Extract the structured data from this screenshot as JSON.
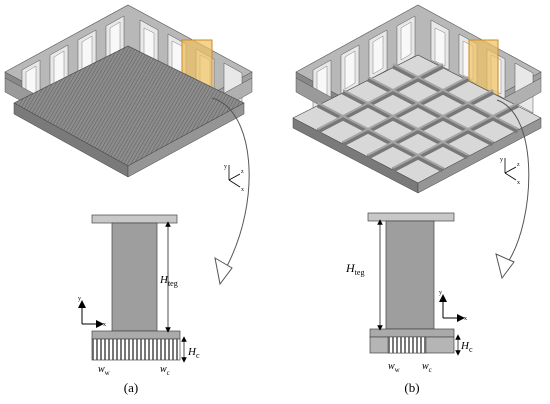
{
  "panels": [
    {
      "id": "a",
      "caption": "(a)",
      "height_label": "H",
      "height_sub": "teg",
      "channel_height_label": "H",
      "channel_height_sub": "c",
      "wall_label": "w",
      "wall_sub": "w",
      "channel_label": "w",
      "channel_sub": "c",
      "axes_3d": {
        "y": "y",
        "z": "z",
        "x": "x"
      },
      "axes_2d": {
        "y": "y",
        "x": "x"
      }
    },
    {
      "id": "b",
      "caption": "(b)",
      "height_label": "H",
      "height_sub": "teg",
      "channel_height_label": "H",
      "channel_height_sub": "c",
      "wall_label": "w",
      "wall_sub": "w",
      "channel_label": "w",
      "channel_sub": "c",
      "axes_3d": {
        "y": "y",
        "z": "z",
        "x": "x"
      },
      "axes_2d": {
        "y": "y",
        "x": "x"
      }
    }
  ],
  "colors": {
    "highlight": "#f0c060",
    "metal_light": "#d2d2d2",
    "metal_mid": "#9a9a9a",
    "metal_dark": "#6e6e6e",
    "line": "#444444"
  }
}
